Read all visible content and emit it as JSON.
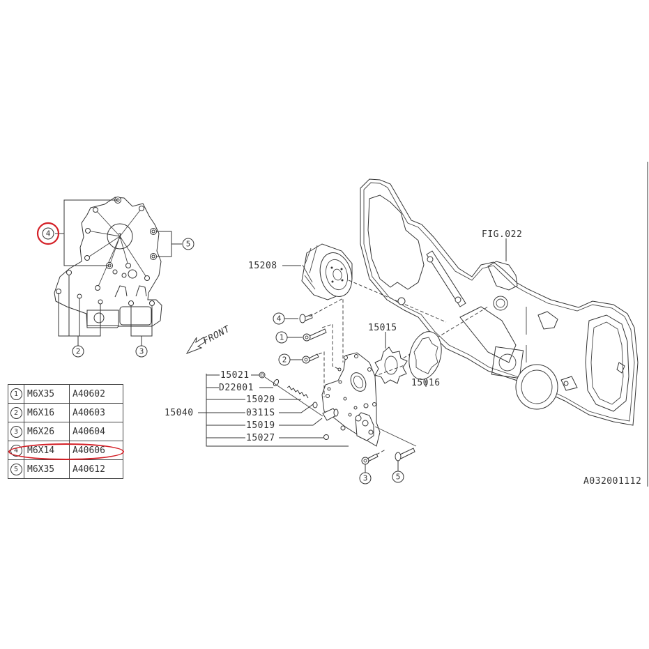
{
  "diagram": {
    "type": "exploded-parts-diagram",
    "figure_code": "A032001112",
    "reference_figure": "FIG.022",
    "direction_label": "FRONT",
    "highlight_color": "#d42027"
  },
  "callouts": {
    "c1": "1",
    "c2": "2",
    "c3": "3",
    "c4": "4",
    "c5": "5"
  },
  "part_numbers": {
    "oil_filter": "15208",
    "inner_rotor": "15015",
    "outer_rotor": "15016",
    "relief_valve_assy": "15040",
    "plug": "15021",
    "gasket": "D22001",
    "spring": "15020",
    "pin": "0311S",
    "relief_valve": "15019",
    "bypass_plug": "15027",
    "front_cover_ref": "FIG.022"
  },
  "bolt_table": {
    "rows": [
      {
        "callout": "1",
        "size": "M6X35",
        "part": "A40602",
        "highlighted": false
      },
      {
        "callout": "2",
        "size": "M6X16",
        "part": "A40603",
        "highlighted": false
      },
      {
        "callout": "3",
        "size": "M6X26",
        "part": "A40604",
        "highlighted": false
      },
      {
        "callout": "4",
        "size": "M6X14",
        "part": "A40606",
        "highlighted": true
      },
      {
        "callout": "5",
        "size": "M6X35",
        "part": "A40612",
        "highlighted": false
      }
    ]
  }
}
